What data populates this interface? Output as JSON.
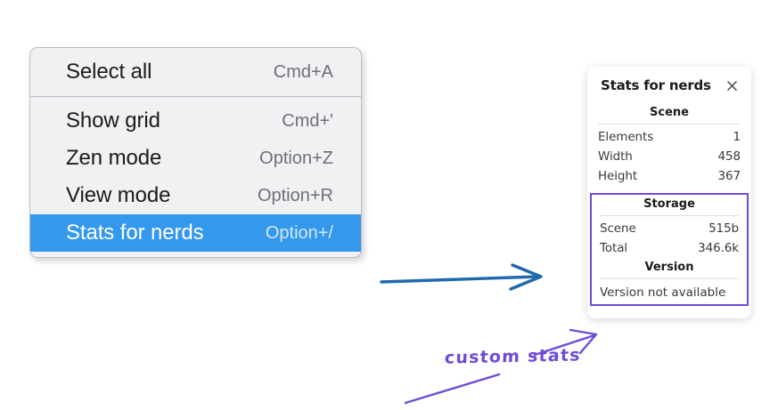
{
  "context_menu": {
    "name": "context-menu",
    "groups": [
      {
        "items": [
          {
            "label": "Select all",
            "shortcut": "Cmd+A",
            "selected": false
          }
        ]
      },
      {
        "items": [
          {
            "label": "Show grid",
            "shortcut": "Cmd+'",
            "selected": false
          },
          {
            "label": "Zen mode",
            "shortcut": "Option+Z",
            "selected": false
          },
          {
            "label": "View mode",
            "shortcut": "Option+R",
            "selected": false
          },
          {
            "label": "Stats for nerds",
            "shortcut": "Option+/",
            "selected": true
          }
        ]
      }
    ],
    "highlight_color": "#3498ec",
    "background_color": "#f0f1f3"
  },
  "stats_panel": {
    "title": "Stats for nerds",
    "close_icon": "close-icon",
    "sections": {
      "scene": {
        "title": "Scene",
        "rows": [
          {
            "key": "Elements",
            "value": "1"
          },
          {
            "key": "Width",
            "value": "458"
          },
          {
            "key": "Height",
            "value": "367"
          }
        ]
      },
      "storage": {
        "title": "Storage",
        "rows": [
          {
            "key": "Scene",
            "value": "515b"
          },
          {
            "key": "Total",
            "value": "346.6k"
          }
        ]
      },
      "version": {
        "title": "Version",
        "text": "Version not available"
      }
    },
    "highlight_border_color": "#6f4bd8"
  },
  "annotations": {
    "custom_stats_label": "custom stats",
    "blue_arrow_color": "#1f69ad",
    "purple_color": "#6f4bd8"
  }
}
